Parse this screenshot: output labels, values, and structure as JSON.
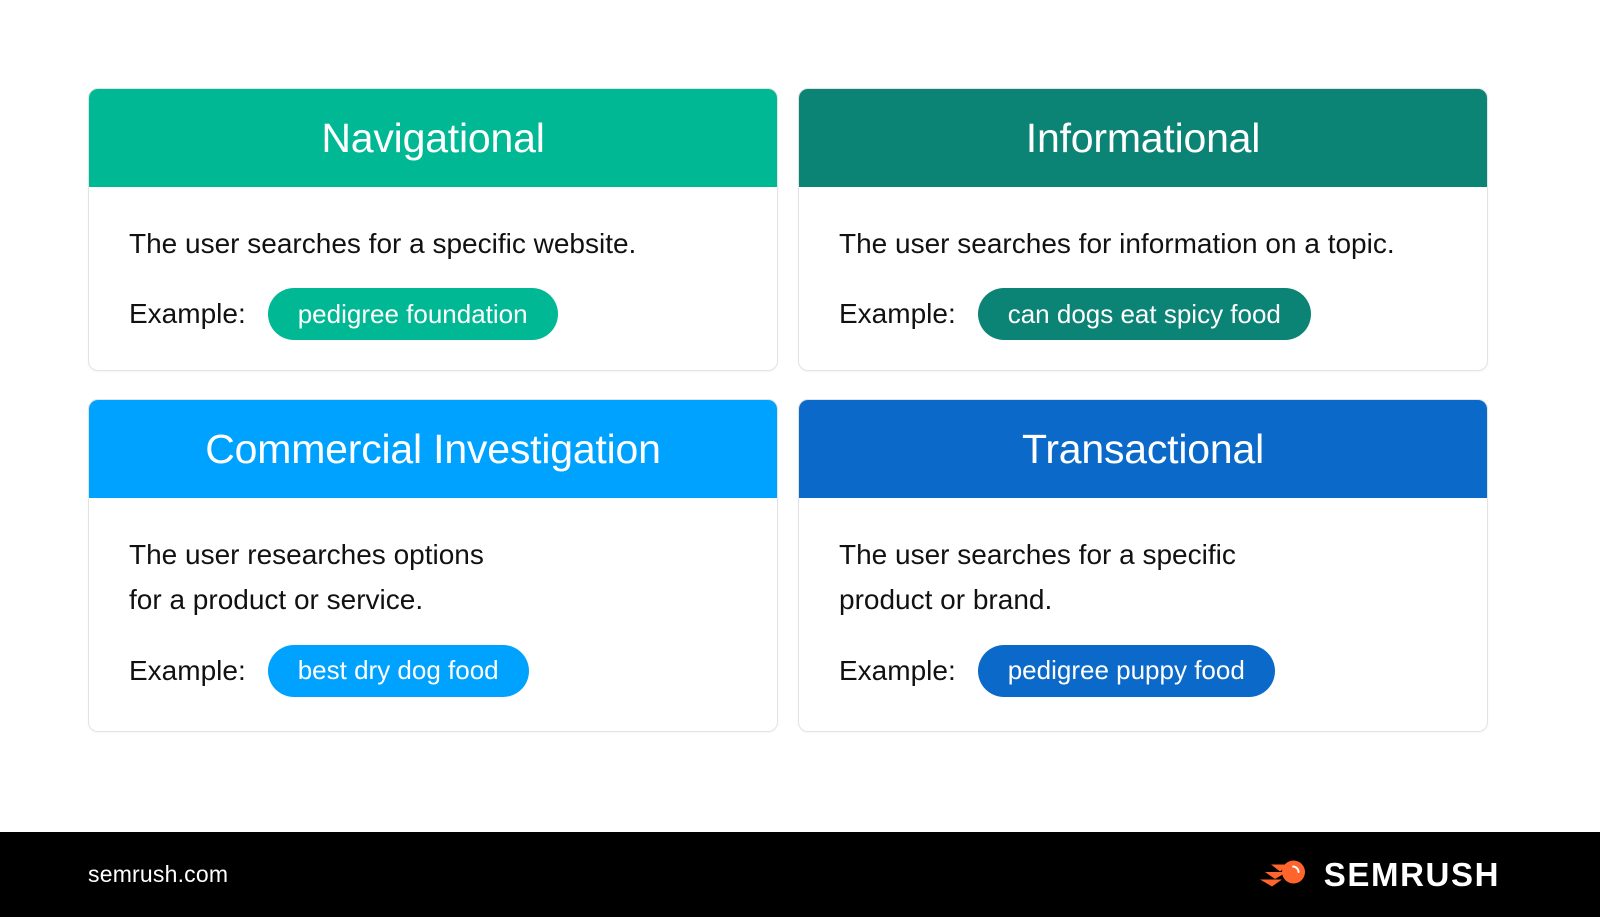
{
  "page": {
    "background_color": "#ffffff"
  },
  "cards": [
    {
      "title": "Navigational",
      "description": "The user searches for a specific website.",
      "example_label": "Example:",
      "example_query": "pedigree foundation",
      "color": "#00b894"
    },
    {
      "title": "Informational",
      "description": "The user searches for information on a topic.",
      "example_label": "Example:",
      "example_query": "can dogs eat spicy food",
      "color": "#0b8375"
    },
    {
      "title": "Commercial Investigation",
      "description": "The user researches options\nfor a product or service.",
      "example_label": "Example:",
      "example_query": "best dry dog food",
      "color": "#00a2ff"
    },
    {
      "title": "Transactional",
      "description": "The user searches for a specific\nproduct or brand.",
      "example_label": "Example:",
      "example_query": "pedigree puppy food",
      "color": "#0b6ac9"
    }
  ],
  "footer": {
    "url": "semrush.com",
    "brand_name": "SEMRUSH",
    "brand_icon": "semrush-comet-icon",
    "brand_icon_color": "#ff642d",
    "background_color": "#000000"
  }
}
